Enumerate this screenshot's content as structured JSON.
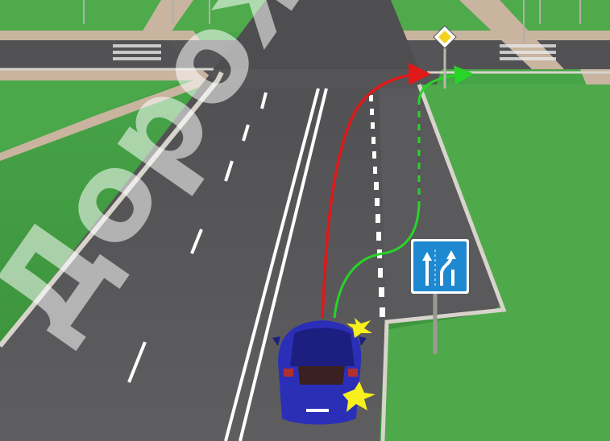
{
  "scene": {
    "description_free": true,
    "watermark_text": "Дорож",
    "sign_lanes": "lane-direction-sign-two-lanes-right-turn-lane-begins",
    "sign_priority": "main-road-diamond-sign",
    "colors": {
      "grass": "#3f9a3f",
      "grass_light": "#5fb85a",
      "asphalt": "#5a5a5c",
      "asphalt_light": "#6a6a6c",
      "sidewalk": "#c9b4a0",
      "curb": "#d8d4cc",
      "marking": "#ffffff",
      "car_body": "#2b2fb8",
      "path_red": "#e01818",
      "path_green": "#28d428",
      "sign_blue": "#1e88d0",
      "sign_yellow": "#f2d21c",
      "watermark": "#ffffff"
    },
    "paths": {
      "red_label": "",
      "green_label": ""
    }
  }
}
